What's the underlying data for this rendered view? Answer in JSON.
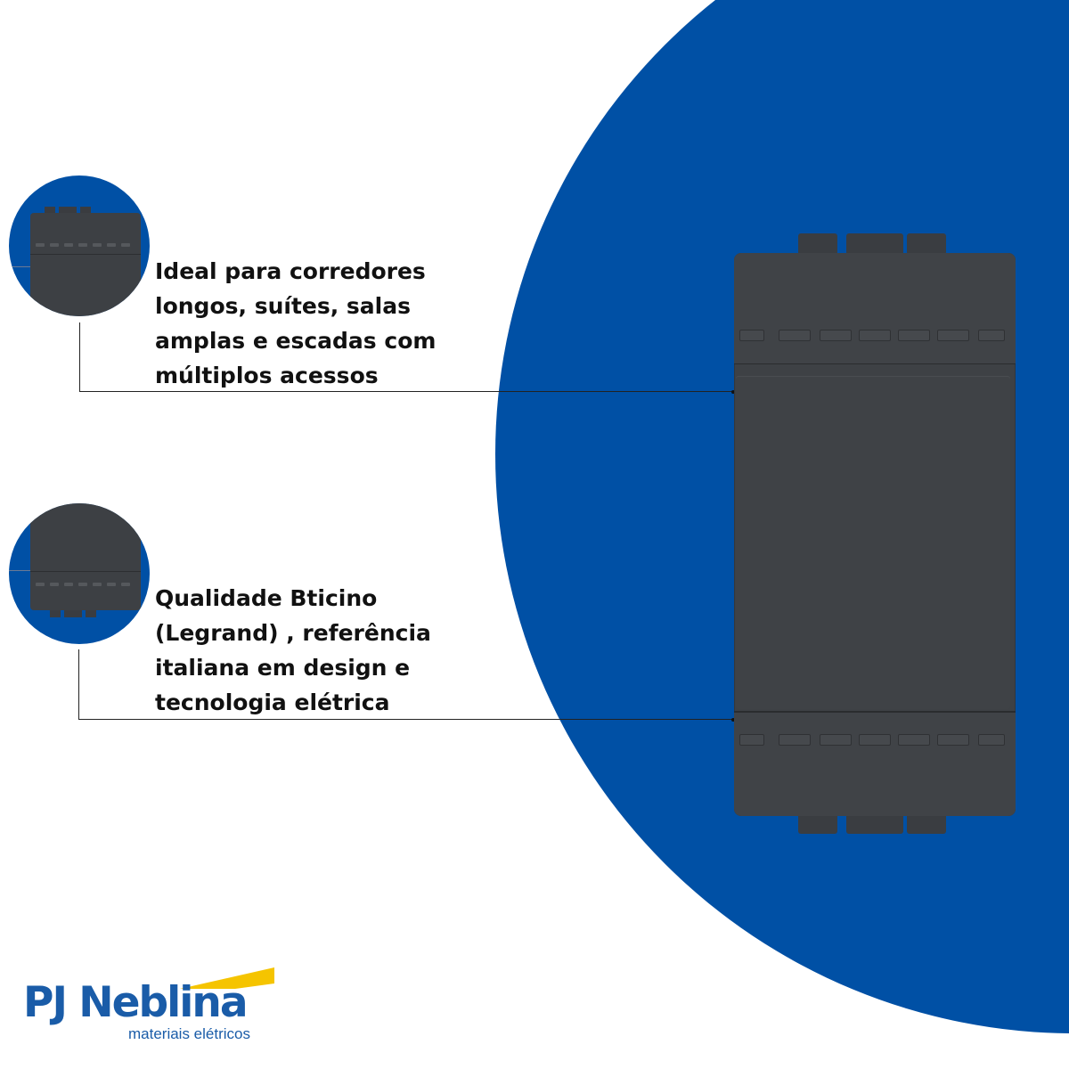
{
  "features": [
    {
      "text": "Ideal para corredores longos, suítes, salas amplas e escadas com múltiplos acessos"
    },
    {
      "text": "Qualidade Bticino (Legrand) , referência italiana em design e tecnologia elétrica"
    }
  ],
  "brand": {
    "name": "PJ Neblina",
    "tagline": "materiais elétricos"
  },
  "colors": {
    "background": "#ffffff",
    "circle_blue": "#0050a5",
    "switch_anthracite": "#3e4145",
    "logo_blue": "#1a5ca8",
    "logo_yellow": "#f5c400",
    "text": "#111111"
  },
  "product": {
    "finish": "anthracite",
    "type": "wall light switch module"
  }
}
